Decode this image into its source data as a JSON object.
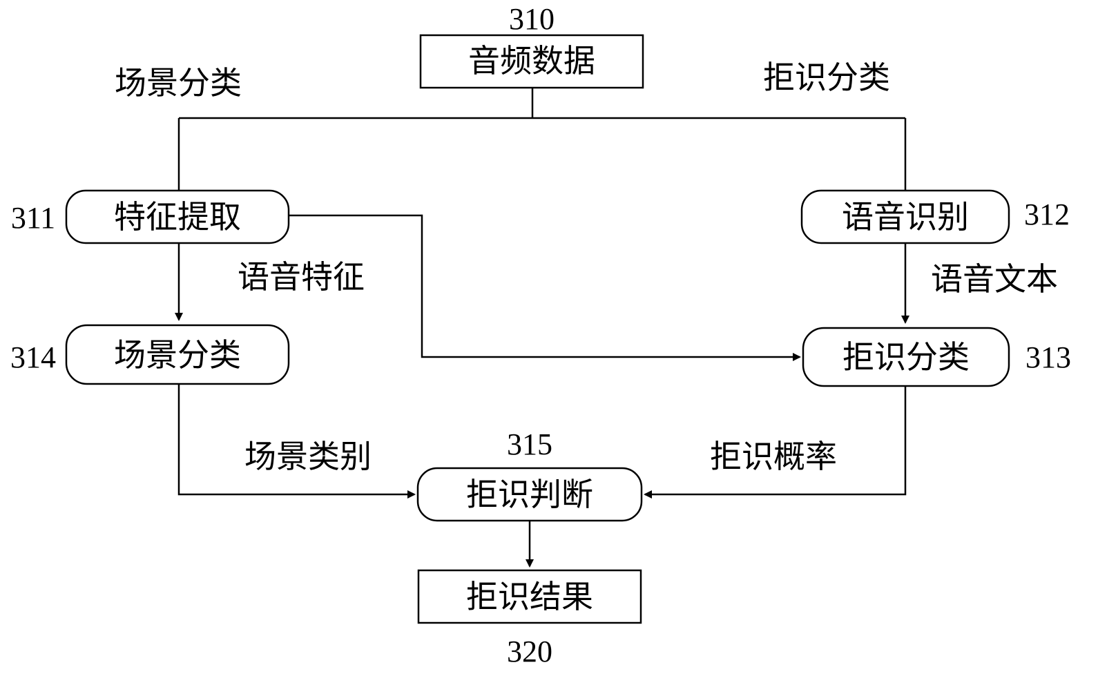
{
  "nodes": {
    "audio_data": {
      "id": "310",
      "label": "音频数据"
    },
    "feature_extraction": {
      "id": "311",
      "label": "特征提取"
    },
    "speech_recognition": {
      "id": "312",
      "label": "语音识别"
    },
    "rejection_classification": {
      "id": "313",
      "label": "拒识分类"
    },
    "scene_classification": {
      "id": "314",
      "label": "场景分类"
    },
    "rejection_judgment": {
      "id": "315",
      "label": "拒识判断"
    },
    "rejection_result": {
      "id": "320",
      "label": "拒识结果"
    }
  },
  "edge_labels": {
    "scene_branch": "场景分类",
    "rejection_branch": "拒识分类",
    "speech_features": "语音特征",
    "speech_text": "语音文本",
    "scene_category": "场景类别",
    "rejection_probability": "拒识概率"
  },
  "colors": {
    "stroke": "#000000",
    "background": "#ffffff"
  }
}
